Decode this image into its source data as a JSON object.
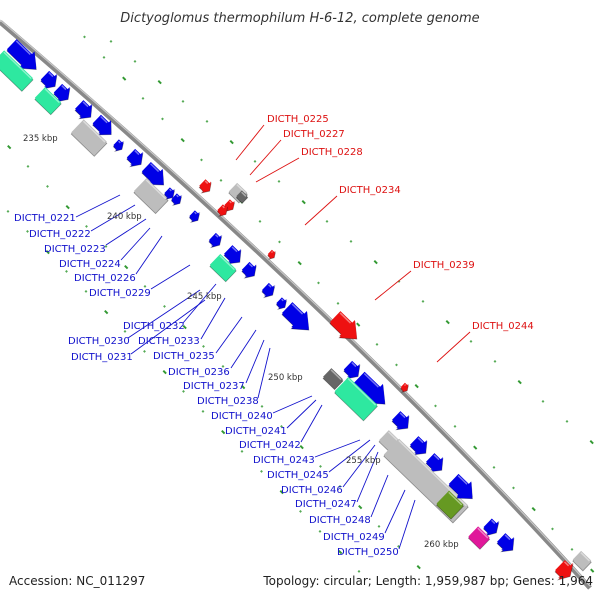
{
  "title": "Dictyoglomus thermophilum H-6-12, complete genome",
  "accession": "Accession: NC_011297",
  "topology": "Topology: circular; Length: 1,959,987 bp; Genes: 1,964",
  "colors": {
    "backbone": "#888888",
    "forward_gene_blue": "#0000e6",
    "rna_green": "#2ee8a0",
    "pseudo_grey": "#bdbdbd",
    "dark_grey": "#666666",
    "red_gene": "#ee1111",
    "olive": "#669922",
    "magenta": "#e0189a",
    "tick_green": "#339933",
    "label_blue": "#1111cc",
    "label_red": "#dd1111"
  },
  "scale_labels": [
    "235 kbp",
    "240 kbp",
    "245 kbp",
    "250 kbp",
    "255 kbp",
    "260 kbp"
  ],
  "left_labels": [
    "DICTH_0221",
    "DICTH_0222",
    "DICTH_0223",
    "DICTH_0224",
    "DICTH_0226",
    "DICTH_0229",
    "DICTH_0232",
    "DICTH_0230",
    "DICTH_0233",
    "DICTH_0231",
    "DICTH_0235",
    "DICTH_0236",
    "DICTH_0237",
    "DICTH_0238",
    "DICTH_0240",
    "DICTH_0241",
    "DICTH_0242",
    "DICTH_0243",
    "DICTH_0245",
    "DICTH_0246",
    "DICTH_0247",
    "DICTH_0248",
    "DICTH_0249",
    "DICTH_0250"
  ],
  "right_labels": [
    "DICTH_0225",
    "DICTH_0227",
    "DICTH_0228",
    "DICTH_0234",
    "DICTH_0239",
    "DICTH_0244"
  ]
}
